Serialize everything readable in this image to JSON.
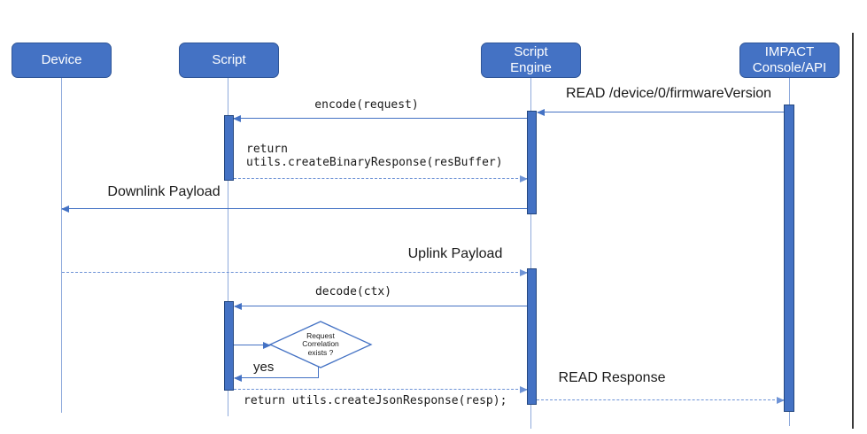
{
  "diagram_type": "sequence-diagram",
  "actors": [
    {
      "id": "device",
      "label": "Device"
    },
    {
      "id": "script",
      "label": "Script"
    },
    {
      "id": "script-engine",
      "label": "Script\nEngine"
    },
    {
      "id": "impact-console-api",
      "label": "IMPACT\nConsole/API"
    }
  ],
  "messages": [
    {
      "label": "READ /device/0/firmwareVersion",
      "from": "impact-console-api",
      "to": "script-engine",
      "line": "solid"
    },
    {
      "label": "encode(request)",
      "from": "script-engine",
      "to": "script",
      "line": "solid"
    },
    {
      "label": "return\nutils.createBinaryResponse(resBuffer)",
      "from": "script",
      "to": "script-engine",
      "line": "dashed"
    },
    {
      "label": "Downlink Payload",
      "from": "script-engine",
      "to": "device",
      "line": "solid"
    },
    {
      "label": "Uplink Payload",
      "from": "device",
      "to": "script-engine",
      "line": "dashed"
    },
    {
      "label": "decode(ctx)",
      "from": "script-engine",
      "to": "script",
      "line": "solid"
    },
    {
      "label": "return utils.createJsonResponse(resp);",
      "from": "script",
      "to": "script-engine",
      "line": "dashed"
    },
    {
      "label": "READ Response",
      "from": "script-engine",
      "to": "impact-console-api",
      "line": "dashed"
    }
  ],
  "decision": {
    "text": "Request\nCorrelation\nexists ?",
    "yes_label": "yes"
  },
  "colors": {
    "actor_fill": "#4472C4",
    "actor_border": "#2F5597",
    "activation_fill": "#4472C4",
    "activation_border": "#24477F",
    "lifeline": "#8FAADC",
    "solid_message": "#4472C4",
    "dashed_message": "#6E93D6",
    "label_text": "#1A1A1A",
    "page_edge": "#3A3A3A"
  }
}
